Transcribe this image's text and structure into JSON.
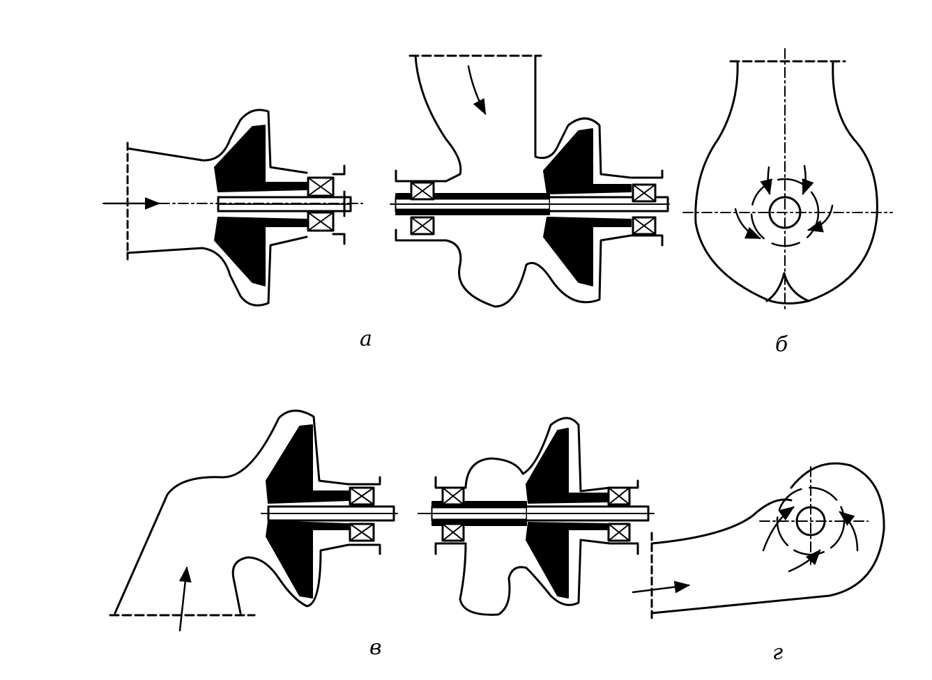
{
  "labels": {
    "a": "а",
    "b": "б",
    "v": "в",
    "g": "г"
  },
  "colors": {
    "ink": "#000000",
    "paper": "#ffffff"
  }
}
